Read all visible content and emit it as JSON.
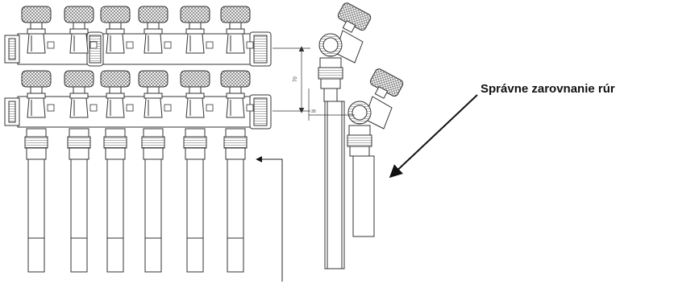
{
  "annotation": {
    "caption": "Správne zarovnanie rúr"
  },
  "dimensions": {
    "row_spacing": "70",
    "offset": "30"
  },
  "colors": {
    "line": "#333333",
    "arrow": "#111111",
    "background": "#ffffff"
  },
  "manifold": {
    "valve_count_per_row": 6,
    "rows": 2
  }
}
